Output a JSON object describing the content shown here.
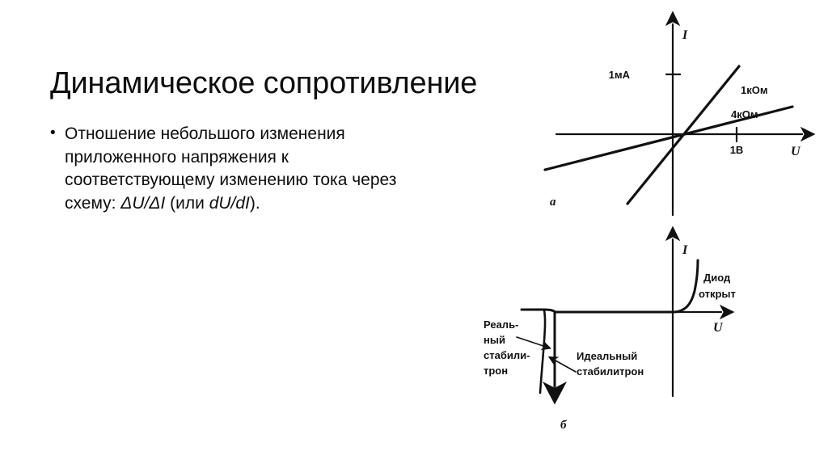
{
  "slide": {
    "title": "Динамическое сопротивление",
    "background_color": "#ffffff",
    "text_color": "#0d0d0d",
    "bullets": [
      {
        "marker": "•",
        "line1": "Отношение небольшого изменения",
        "line2": "приложенного напряжения к",
        "line3": "соответствующему изменению тока через",
        "line4_prefix": "схему: ",
        "line4_formula1": "ΔU/ΔI",
        "line4_middle": "  (или ",
        "line4_formula2": "dU/dI",
        "line4_suffix": ")."
      }
    ]
  },
  "figures": [
    {
      "id": "a",
      "panel_label": "а",
      "axis_x_label": "U",
      "axis_y_label": "I",
      "y_tick_label": "1мА",
      "x_tick_label": "1В",
      "curve_labels": [
        "1кОм",
        "4кОм"
      ]
    },
    {
      "id": "b",
      "panel_label": "б",
      "axis_x_label": "U",
      "axis_y_label": "I",
      "annotation_diode_line1": "Диод",
      "annotation_diode_line2": "открыт",
      "annotation_real_line1": "Реаль-",
      "annotation_real_line2": "ный",
      "annotation_real_line3": "стабили-",
      "annotation_real_line4": "трон",
      "annotation_ideal_line1": "Идеальный",
      "annotation_ideal_line2": "стабилитрон"
    }
  ],
  "chart_data": [
    {
      "type": "line",
      "id": "a",
      "title": "",
      "xlabel": "U",
      "ylabel": "I",
      "xtick_labels": [
        "1В"
      ],
      "ytick_labels": [
        "1мА"
      ],
      "grid": false,
      "legend": "inline-labels",
      "series": [
        {
          "name": "1кОм",
          "description": "Steep straight line through origin: I = U / 1 kOhm",
          "x": [
            -0.75,
            0,
            1.55
          ],
          "y": [
            -1.1,
            0,
            1.55
          ]
        },
        {
          "name": "4кОм",
          "description": "Shallow straight line through origin: I = U / 4 kOhm",
          "x": [
            -1.85,
            0,
            2.15
          ],
          "y": [
            -0.45,
            0,
            0.52
          ]
        }
      ]
    },
    {
      "type": "line",
      "id": "b",
      "title": "",
      "xlabel": "U",
      "ylabel": "I",
      "xtick_labels": [],
      "ytick_labels": [],
      "grid": false,
      "legend": "annotations",
      "series": [
        {
          "name": "Идеальный стабилитрон",
          "description": "Ideal zener: flat reverse leakage at I=0 then vertical breakdown at fixed U",
          "x": [
            -2.6,
            -1.45,
            -1.45
          ],
          "y": [
            0,
            0,
            -2.2
          ]
        },
        {
          "name": "Реальный стабилитрон",
          "description": "Real zener: slightly sloped breakdown knee to the left of the ideal vertical line",
          "x": [
            -1.45,
            -1.52,
            -1.62
          ],
          "y": [
            0,
            -1.1,
            -2.1
          ]
        },
        {
          "name": "Диод открыт",
          "description": "Forward-biased diode: exponential rise just right of origin",
          "x": [
            0,
            0.2,
            0.33,
            0.4
          ],
          "y": [
            0,
            0.25,
            0.9,
            1.5
          ]
        }
      ]
    }
  ]
}
